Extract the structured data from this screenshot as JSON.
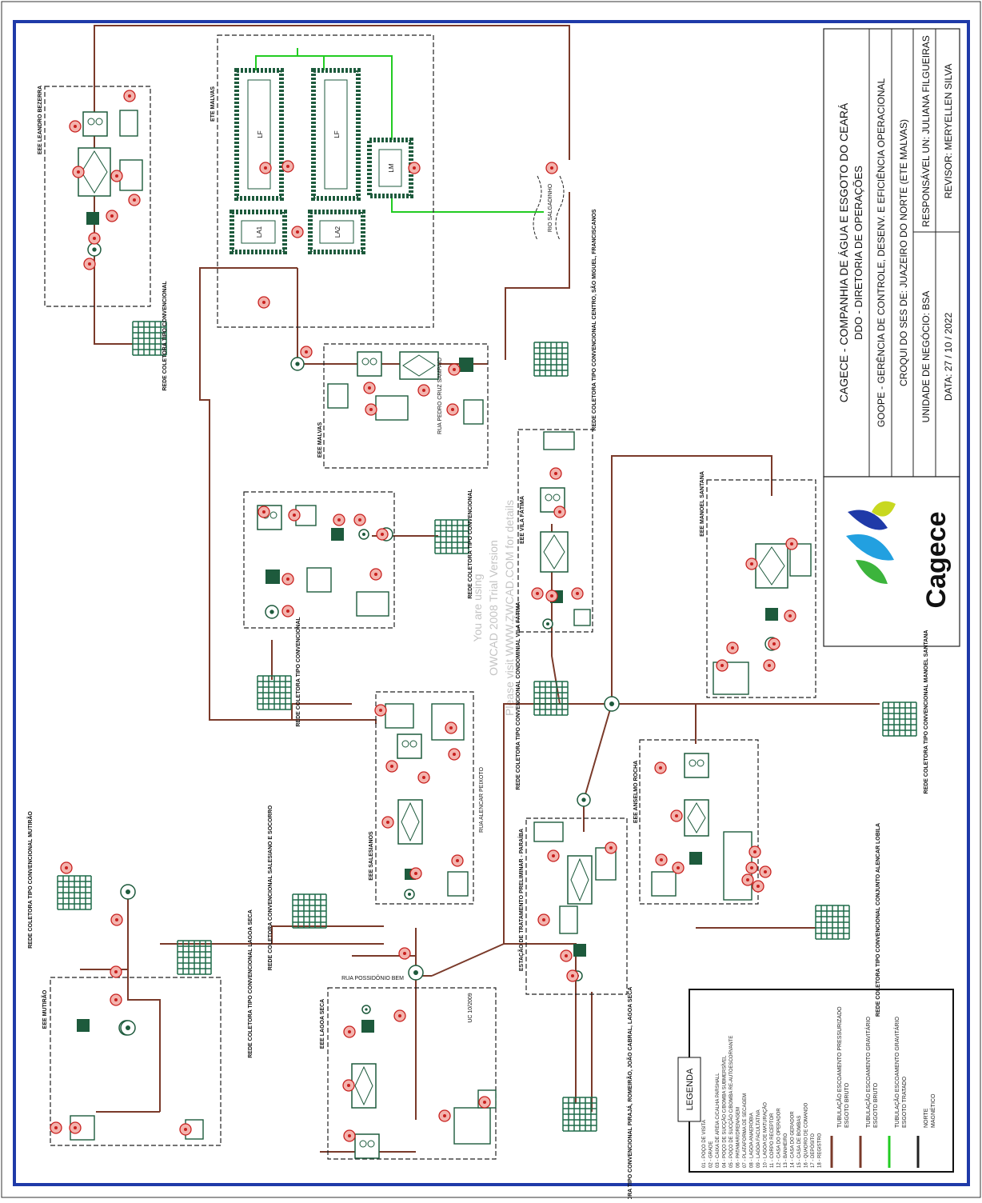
{
  "title_block": {
    "line1": "CAGECE - COMPANHIA DE ÁGUA E ESGOTO DO CEARÁ",
    "line2": "DDO - DIRETORIA DE OPERAÇÕES",
    "line3": "GOOPE - GERÊNCIA DE CONTROLE, DESENV. E EFICIÊNCIA OPERACIONAL",
    "line4": "CROQUI DO SES DE: JUAZEIRO DO NORTE (ETE MALVAS)",
    "unidade": "UNIDADE DE NEGÓCIO: BSA",
    "responsavel": "RESPONSÁVEL UN: JULIANA FILGUEIRAS",
    "data": "DATA: 27 / 10 / 2022",
    "revisor": "REVISOR: MERYELLEN SILVA",
    "logo_text": "Cagece"
  },
  "watermark": {
    "line1": "You are using",
    "line2": "OWCAD 2008 Trial Version",
    "line3": "Please visit WWW.ZWCAD.COM for details"
  },
  "legend": {
    "title": "LEGENDA",
    "items": [
      "01 - POÇO DE VISITA",
      "02 - GRADE",
      "03 - CAIXA DE AREIA C/CALHA PARSHALL",
      "04 - POÇO DE SUCÇÃO C/BOMBA SUBMERSÍVEL",
      "05 - POÇO DE SUCÇÃO C/BOMBA RE-AUTOESCORVANTE",
      "06 - PATAMAR/DRENAGEM",
      "07 - PLATAFORMA DE SECAGEM",
      "08 - LAGOA ANAERÓBIA",
      "09 - LAGOA FACULTATIVA",
      "10 - LAGOA DE MATURAÇÃO",
      "11 - CORPO RECEPTOR",
      "12 - CASA DO OPERADOR",
      "13 - BANHEIRO",
      "14 - CASA DO GERADOR",
      "15 - CASA DE BOMBAS",
      "16 - QUADRO DE COMANDO",
      "17 - DEPÓSITO",
      "18 - REGISTRO"
    ],
    "line_items": [
      "TUBULAÇÃO ESCOAMENTO PRESSURIZADO ESGOTO BRUTO",
      "TUBULAÇÃO ESCOAMENTO GRAVITÁRIO ESGOTO BRUTO",
      "TUBULAÇÃO ESCOAMENTO GRAVITÁRIO ESGOTO TRATADO",
      "NORTE MAGNÉTICO"
    ]
  },
  "labels": {
    "ete_malvas": "ETE MALVAS",
    "rede_centro": "REDE COLETORA TIPO CONVENCIONAL CENTRO, SÃO MIGUEL, FRANCISCANOS",
    "rede_manoel": "REDE COLETORA TIPO CONVENCIONAL MANOEL SANTANA",
    "rede_vila": "REDE COLETORA TIPO CONVENCIONAL CONDOMINIAL VILA FÁTIMA",
    "rede_conjunto": "REDE COLETORA TIPO CONVENCIONAL CONJUNTO ALENCAR LOBILA",
    "rede_pirajá": "REDE COLETORA TIPO CONVENCIONAL PIRAJÁ, ROMEIRÃO, JOÃO CABRAL, LAGOA SECA",
    "rede_lagoa": "REDE COLETORA TIPO CONVENCIONAL LAGOA SECA",
    "rede_salesiano": "REDE COLETORA CONVENCIONAL SALESIANO E SOCORRO",
    "rede_mutirao": "REDE COLETORA TIPO CONVENCIONAL MUTIRÃO",
    "rede_esq_topo": "REDE COLETORA TIPO CONVENCIONAL",
    "rede_convencional2": "REDE COLETORA TIPO CONVENCIONAL",
    "rede_convencional3": "REDE COLETORA TIPO CONVENCIONAL",
    "rua_pedro": "RUA PEDRO CRUZ SAMPAIO",
    "rua_alencar": "RUA ALENCAR PEIXOTO",
    "rua_possidonio": "RUA POSSIDÔNIO BEM",
    "ee_leandro": "EEE LEANDRO BEZERRA",
    "ee_malvas": "EEE MALVAS",
    "ee_vila": "EEE VILA FÁTIMA",
    "ee_manoel": "EEE MANOEL SANTANA",
    "ee_salesianos": "EEE SALESIANOS",
    "ee_lagoa": "EEE LAGOA SECA",
    "ee_mutirao": "EEE MUTIRÃO",
    "ee_socorro": "EEE ANSELMO ROCHA",
    "est_tratamento": "ESTAÇÃO DE TRATAMENTO PRELIMINAR - PARAÍBA",
    "rio_salgado": "RIO SALGADINHO",
    "lagoa_l1": "LF",
    "lagoa_l2": "LF",
    "lagoa_lm": "LM",
    "lagoa_la1": "LA1",
    "lagoa_la2": "LA2",
    "uc_tag": "UC 10/2009"
  },
  "colors": {
    "border": "#1f3aa8",
    "pipe": "#7a3a2a",
    "treated": "#22cc22",
    "marker": "#c8201e",
    "equip": "#1d5a3c",
    "net": "#1d6a48"
  }
}
